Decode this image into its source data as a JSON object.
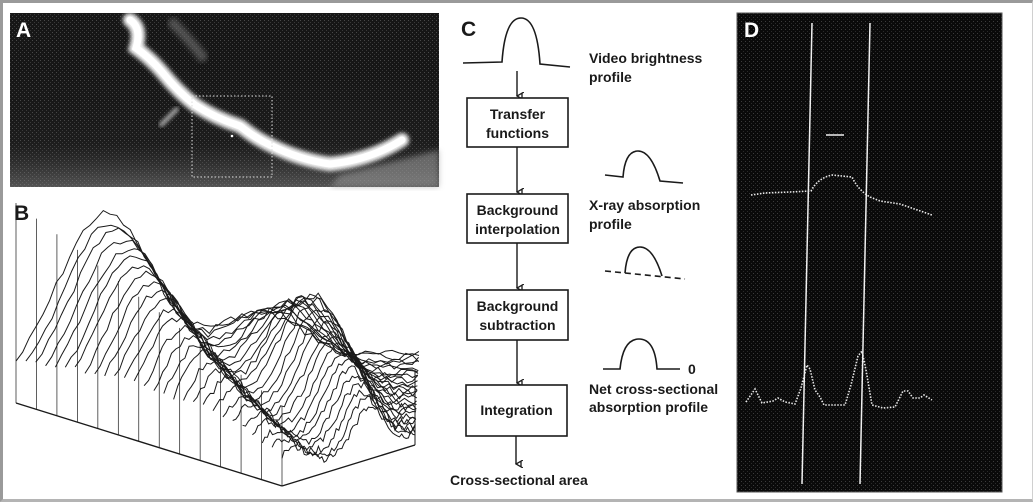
{
  "figure": {
    "panels": {
      "A": {
        "label": "A",
        "description": "Angiographic image of coronary artery segment with dashed region of interest"
      },
      "B": {
        "label": "B",
        "description": "3D surface plot of video brightness profiles along the vessel segment"
      },
      "C": {
        "label": "C",
        "steps": [
          {
            "box": "",
            "side_label_lines": [
              "Video brightness",
              "profile"
            ],
            "profile": "video-brightness"
          },
          {
            "box_lines": [
              "Transfer",
              "functions"
            ],
            "side_label_lines": [
              "X-ray absorption",
              "profile"
            ],
            "profile": "xray-absorption"
          },
          {
            "box_lines": [
              "Background",
              "interpolation"
            ],
            "side_label_lines": [],
            "profile": "background-dashed"
          },
          {
            "box_lines": [
              "Background",
              "subtraction"
            ],
            "side_label_lines": [
              "Net cross-sectional",
              "absorption profile"
            ],
            "profile": "net-absorption"
          },
          {
            "box_lines": [
              "Integration"
            ]
          }
        ],
        "boxes": [
          [
            "Transfer",
            "functions"
          ],
          [
            "Background",
            "interpolation"
          ],
          [
            "Background",
            "subtraction"
          ],
          [
            "Integration"
          ]
        ],
        "labels": {
          "video_brightness": [
            "Video brightness",
            "profile"
          ],
          "xray_absorption": [
            "X-ray absorption",
            "profile"
          ],
          "net_profile": [
            "Net cross-sectional",
            "absorption profile"
          ],
          "zero_marker": "0",
          "output": "Cross-sectional area"
        }
      },
      "D": {
        "label": "D",
        "description": "Video monitor display with vessel edge lines, brightness profile and derivative profile"
      }
    },
    "colors": {
      "ink": "#1a1a1a",
      "image_bg": "#0d0d0d",
      "trace": "#e8e8e8"
    }
  }
}
